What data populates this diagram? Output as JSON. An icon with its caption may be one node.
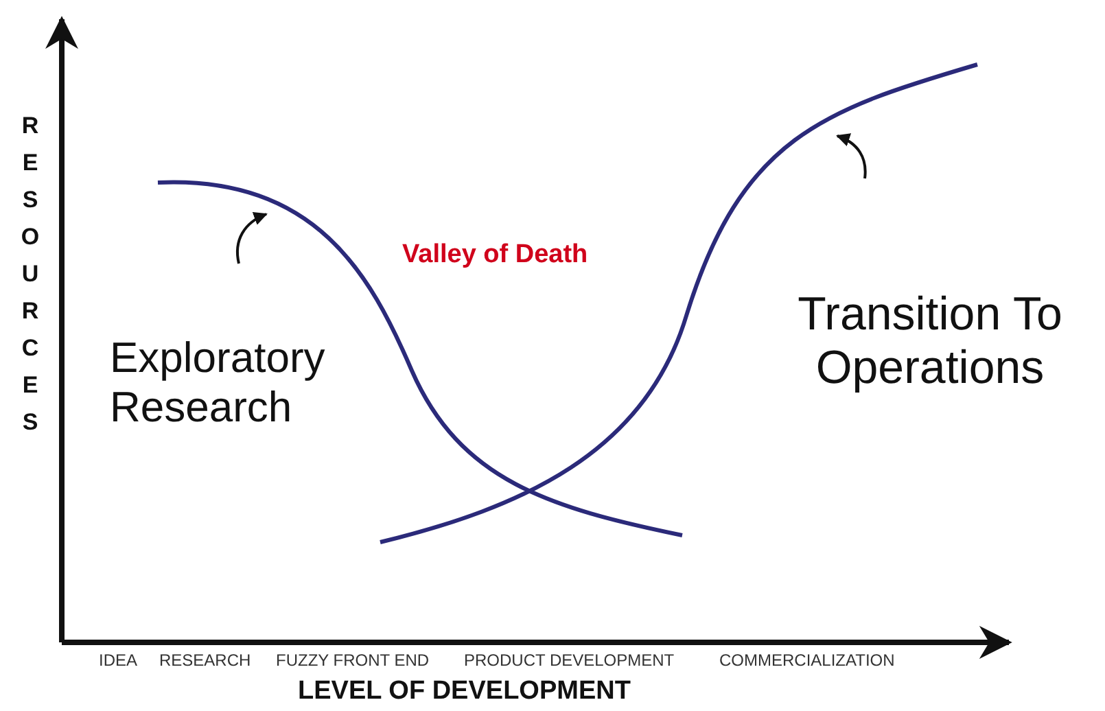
{
  "diagram": {
    "labels": [
      "RESOURCES",
      "Valley of Death",
      "Exploratory Research",
      "Transition To Operations",
      "IDEA",
      "RESEARCH",
      "FUZZY FRONT END",
      "PRODUCT DEVELOPMENT",
      "COMMERCIALIZATION",
      "LEVEL OF DEVELOPMENT"
    ]
  }
}
